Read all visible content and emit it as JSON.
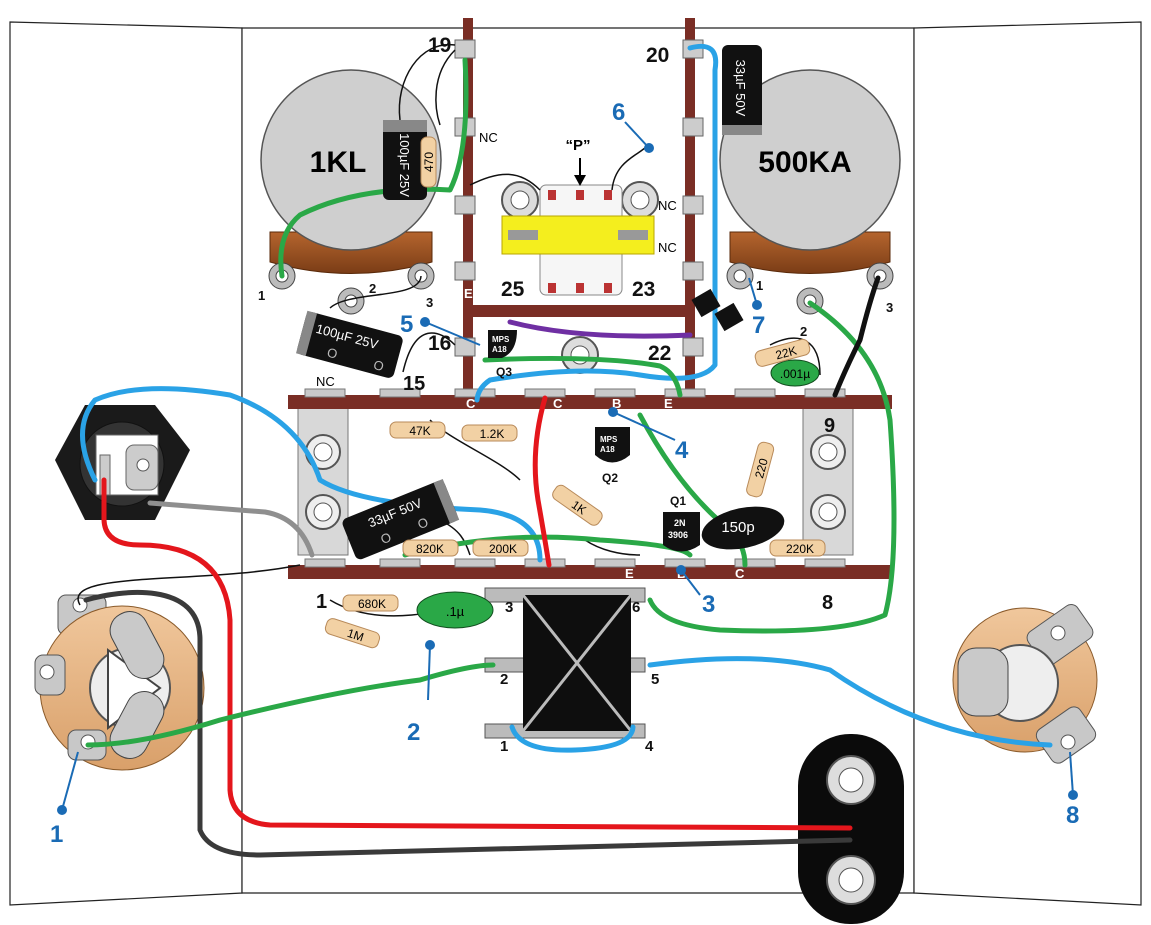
{
  "pots": {
    "left": {
      "label": "1KL",
      "lug1": "1",
      "lug2": "2",
      "lug3": "3"
    },
    "right": {
      "label": "500KA",
      "lug1": "1",
      "lug2": "2",
      "lug3": "3"
    }
  },
  "caps": {
    "c100_top": "100µF 25V",
    "c100_left": "100µF 25V",
    "c33_top": "33µF 50V",
    "c33_bottom": "33µF 50V",
    "c001": ".001µ",
    "c1": ".1µ",
    "c150p": "150p",
    "elec_mark": "O"
  },
  "resistors": {
    "r470": "470",
    "r47k": "47K",
    "r12k": "1.2K",
    "r1k": "1K",
    "r820k": "820K",
    "r200k": "200K",
    "r680k": "680K",
    "r1m": "1M",
    "r22k": "22K",
    "r220": "220",
    "r220k": "220K"
  },
  "transistors": {
    "q1": {
      "ref": "Q1",
      "line1": "2N",
      "line2": "3906"
    },
    "q2": {
      "ref": "Q2",
      "line1": "MPS",
      "line2": "A18"
    },
    "q3": {
      "ref": "Q3",
      "line1": "MPS",
      "line2": "A18"
    }
  },
  "switch": {
    "title": "“P”",
    "pins": [
      "19",
      "20",
      "25",
      "23",
      "16",
      "22"
    ],
    "nc": "NC",
    "e": "E"
  },
  "board": {
    "pins": [
      "15",
      "9",
      "1",
      "8"
    ],
    "nc": "NC",
    "labels_top": [
      "C",
      "C",
      "B",
      "E"
    ],
    "labels_bottom": [
      "E",
      "B",
      "C"
    ]
  },
  "transformer": {
    "pins": [
      "3",
      "6",
      "2",
      "5",
      "1",
      "4"
    ]
  },
  "wires": {
    "red": "red",
    "black": "black"
  },
  "callouts": [
    "1",
    "2",
    "3",
    "4",
    "5",
    "6",
    "7",
    "8"
  ]
}
